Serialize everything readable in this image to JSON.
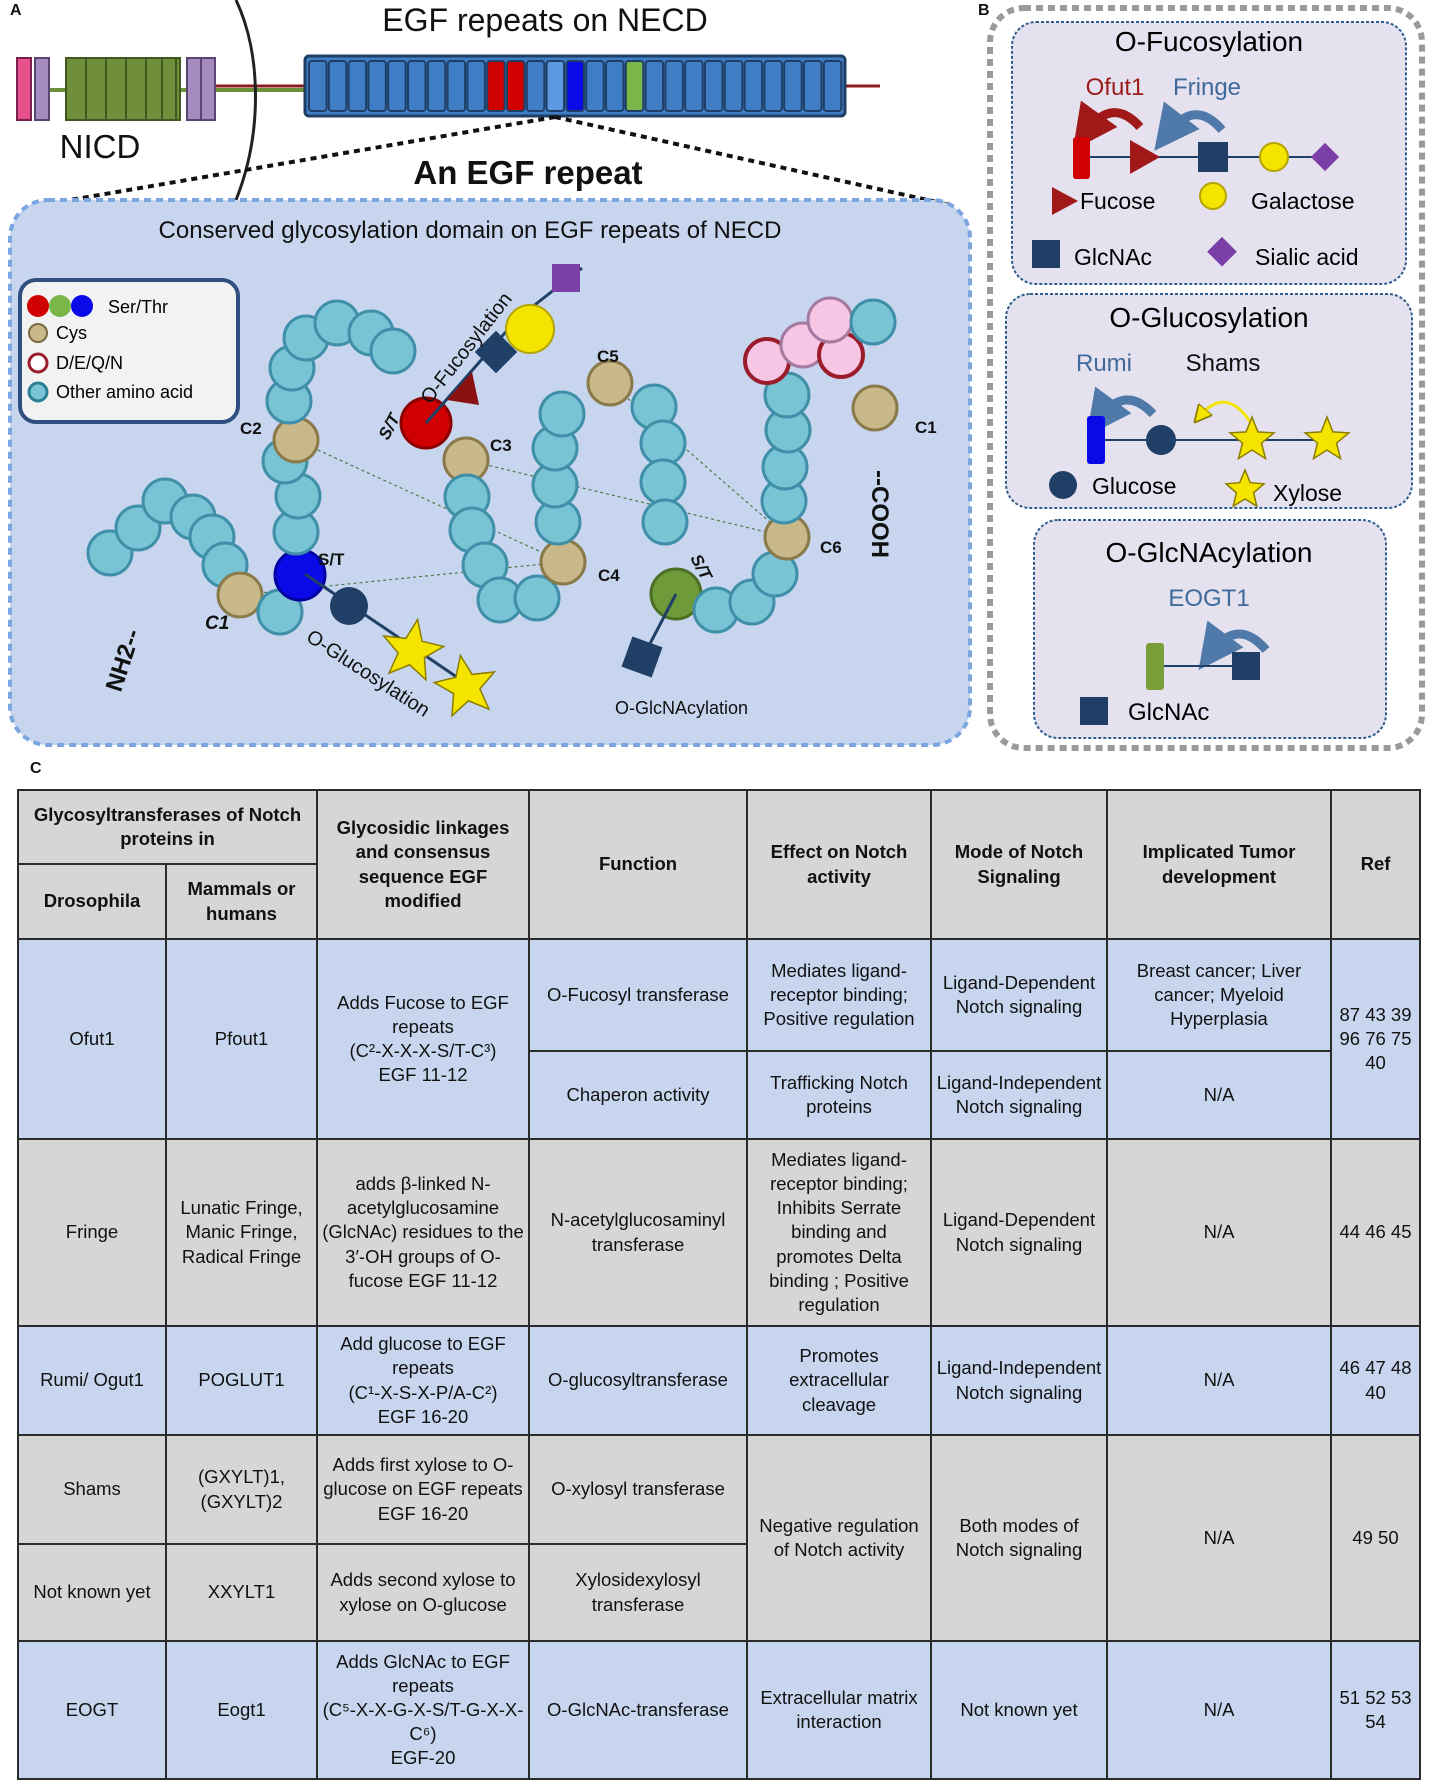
{
  "panels": {
    "a": "A",
    "b": "B",
    "c": "C"
  },
  "panel_a": {
    "title": "EGF repeats on NECD",
    "nicd": "NICD",
    "egf_heading": "An EGF repeat",
    "box_title": "Conserved glycosylation domain on EGF repeats of NECD",
    "legend": [
      "Ser/Thr",
      "Cys",
      "D/E/Q/N",
      "Other amino acid"
    ],
    "cys_labels": [
      "C1",
      "C2",
      "C3",
      "C4",
      "C5",
      "C6",
      "C1"
    ],
    "st_labels": [
      "S/T",
      "S/T",
      "S/T"
    ],
    "nh2": "NH2--",
    "cooh": "--COOH",
    "o_fucosylation": "O-Fucosylation",
    "o_glucosylation": "O-Glucosylation",
    "o_glcnacylation": "O-GlcNAcylation"
  },
  "panel_b": {
    "fuc": {
      "title": "O-Fucosylation",
      "enzyme1": "Ofut1",
      "enzyme2": "Fringe",
      "legend": [
        "Fucose",
        "Galactose",
        "GlcNAc",
        "Sialic acid"
      ]
    },
    "glc": {
      "title": "O-Glucosylation",
      "enzyme1": "Rumi",
      "enzyme2": "Shams",
      "legend": [
        "Glucose",
        "Xylose"
      ]
    },
    "glcnac": {
      "title": "O-GlcNAcylation",
      "enzyme": "EOGT1",
      "legend": [
        "GlcNAc"
      ]
    }
  },
  "colors": {
    "ser_thr_red": "#d10000",
    "ser_thr_green": "#7ab648",
    "ser_thr_blue": "#0a0ae8",
    "cys": "#c8b88a",
    "ded_qn": "#9b1d2b",
    "amino": "#78c4d4",
    "fucose": "#a01818",
    "galactose": "#f5e400",
    "glcnac": "#1f3f66",
    "sialic": "#7b3fa8",
    "xylose": "#f2e320",
    "panel_blue": "#c7d6ee",
    "panel_gray": "#d6d6d6"
  },
  "table": {
    "headers": {
      "group": "Glycosyltransferases of Notch proteins in",
      "drosophila": "Drosophila",
      "mammals": "Mammals or humans",
      "linkages": "Glycosidic linkages and consensus sequence EGF modified",
      "function": "Function",
      "effect": "Effect on Notch activity",
      "mode": "Mode of Notch Signaling",
      "tumor": "Implicated Tumor development",
      "ref": "Ref"
    },
    "rows": {
      "ofut": {
        "drosophila": "Ofut1",
        "mammals": "Pfout1",
        "linkage_text": "Adds Fucose to EGF repeats",
        "linkage_seq": "(C²-X-X-X-S/T-C³)",
        "linkage_egf": "EGF 11-12",
        "function1": "O-Fucosyl transferase",
        "effect1": "Mediates ligand-receptor binding; Positive regulation",
        "mode1": "Ligand-Dependent Notch signaling",
        "tumor1": "Breast cancer; Liver cancer; Myeloid Hyperplasia",
        "function2": "Chaperon activity",
        "effect2": "Trafficking Notch proteins",
        "mode2": "Ligand-Independent Notch signaling",
        "tumor2": "N/A",
        "refs": "87 43 39 96 76 75 40"
      },
      "fringe": {
        "drosophila": "Fringe",
        "mammals": "Lunatic Fringe, Manic Fringe, Radical Fringe",
        "linkage": "adds β-linked N-acetylglucosamine (GlcNAc) residues to the 3′-OH groups of O-fucose EGF 11-12",
        "function": "N-acetylglucosaminyl transferase",
        "effect": "Mediates ligand-receptor binding; Inhibits Serrate binding and promotes Delta binding ; Positive regulation",
        "mode": "Ligand-Dependent Notch signaling",
        "tumor": "N/A",
        "refs": "44 46 45"
      },
      "rumi": {
        "drosophila": "Rumi/ Ogut1",
        "mammals": "POGLUT1",
        "linkage_text": "Add glucose to EGF repeats",
        "linkage_seq": "(C¹-X-S-X-P/A-C²)",
        "linkage_egf": "EGF 16-20",
        "function": "O-glucosyltransferase",
        "effect": "Promotes extracellular cleavage",
        "mode": "Ligand-Independent Notch signaling",
        "tumor": "N/A",
        "refs": "46 47 48 40"
      },
      "shams": {
        "drosophila": "Shams",
        "mammals": "(GXYLT)1, (GXYLT)2",
        "linkage": "Adds first xylose to O-glucose on EGF repeats EGF 16-20",
        "function": "O-xylosyl transferase",
        "effect": "Negative regulation of Notch activity",
        "mode": "Both modes of Notch signaling",
        "tumor": "N/A",
        "refs": "49 50"
      },
      "xxylt": {
        "drosophila": "Not known yet",
        "mammals": "XXYLT1",
        "linkage": "Adds second xylose to xylose on O-glucose",
        "function": "Xylosidexylosyl transferase"
      },
      "eogt": {
        "drosophila": "EOGT",
        "mammals": "Eogt1",
        "linkage_text": "Adds GlcNAc to EGF repeats",
        "linkage_seq": "(C⁵-X-X-G-X-S/T-G-X-X-C⁶)",
        "linkage_egf": "EGF-20",
        "function": "O-GlcNAc-transferase",
        "effect": "Extracellular matrix interaction",
        "mode": "Not known yet",
        "tumor": "N/A",
        "refs": "51 52 53 54"
      }
    }
  }
}
